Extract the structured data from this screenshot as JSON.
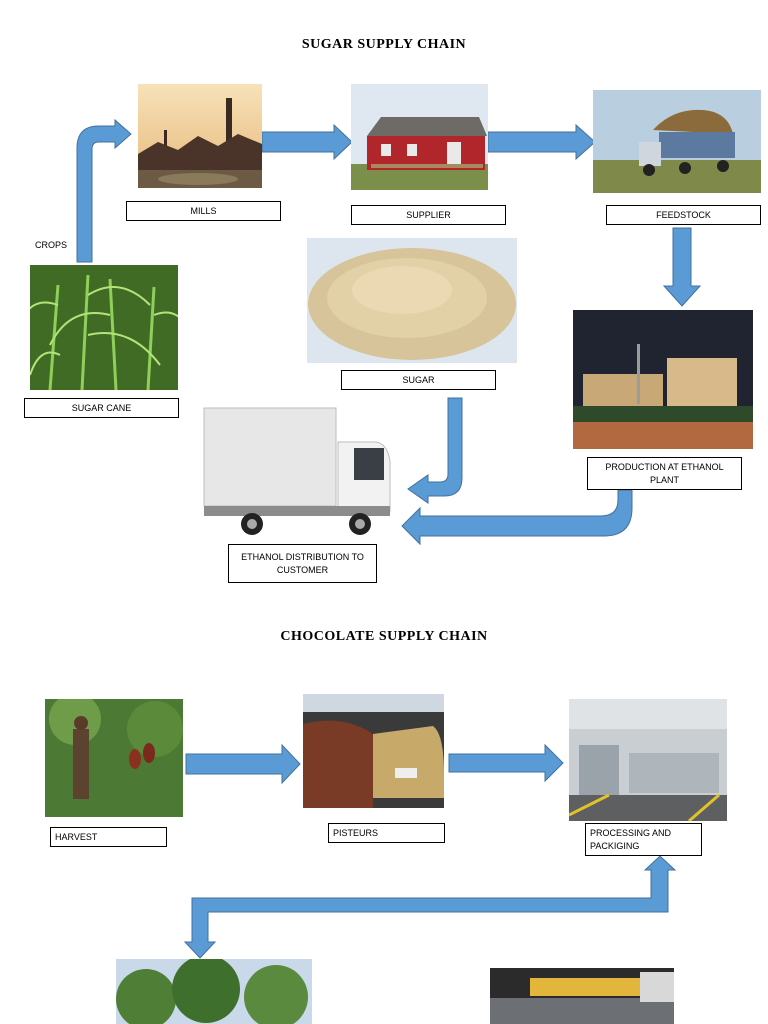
{
  "sugar": {
    "title": "SUGAR SUPPLY CHAIN",
    "crops_label": "CROPS",
    "nodes": {
      "mills": "MILLS",
      "supplier": "SUPPLIER",
      "feedstock": "FEEDSTOCK",
      "sugar_cane": "SUGAR CANE",
      "sugar": "SUGAR",
      "production": "PRODUCTION AT ETHANOL PLANT",
      "distribution": "ETHANOL DISTRIBUTION TO CUSTOMER"
    }
  },
  "chocolate": {
    "title": "CHOCOLATE SUPPLY CHAIN",
    "nodes": {
      "harvest": "HARVEST",
      "pisteurs": "PISTEURS",
      "processing": "PROCESSING AND PACKIGING"
    }
  },
  "colors": {
    "arrow": "#5b9bd5",
    "arrow_outline": "#41719c"
  }
}
